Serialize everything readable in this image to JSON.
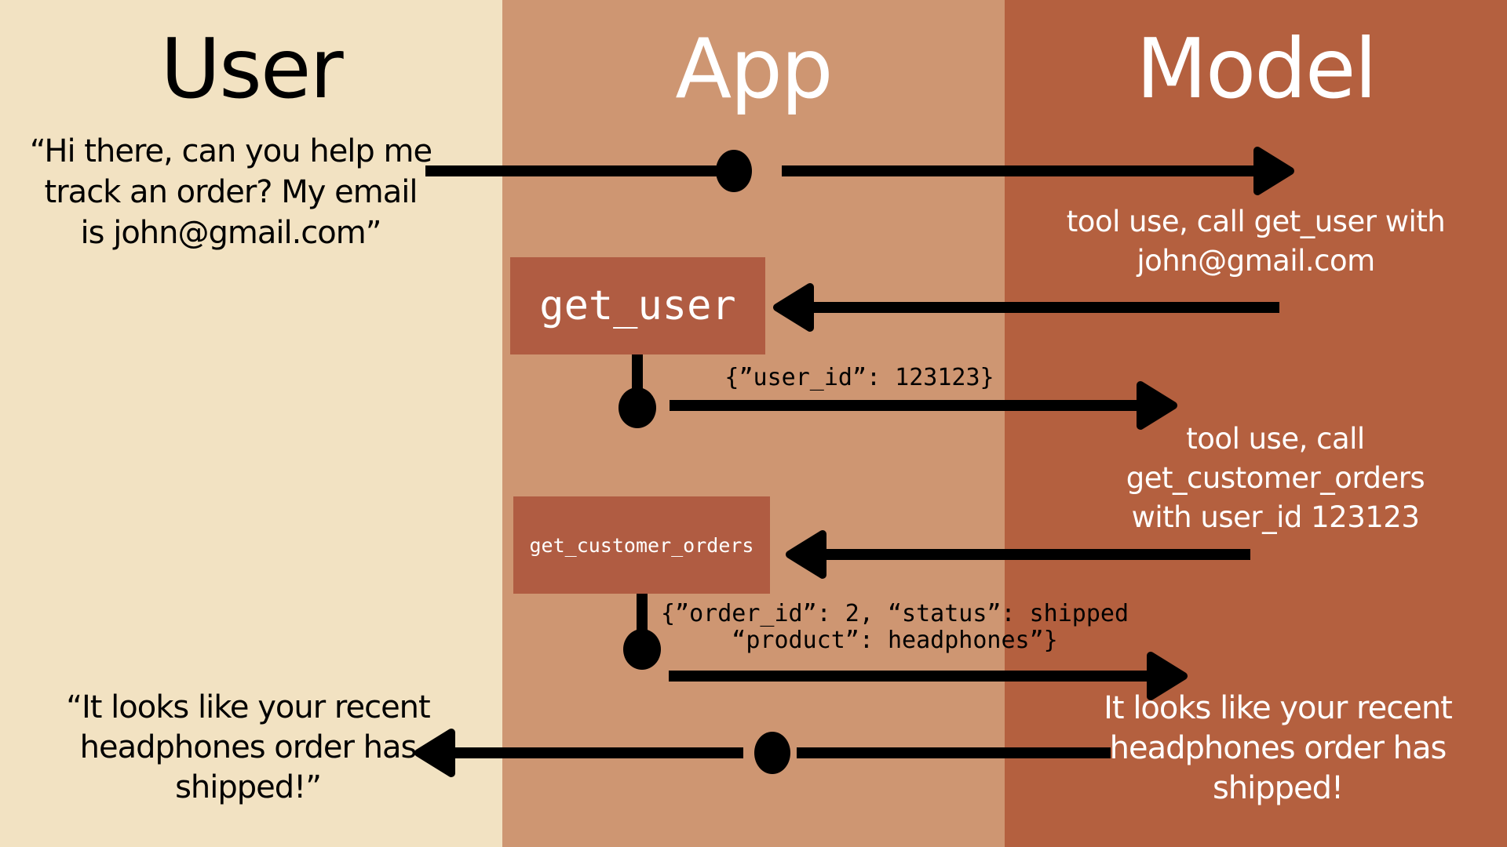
{
  "title": "User / App / Model tool-use sequence diagram",
  "colors": {
    "user_column_bg": "#F2E2C2",
    "app_column_bg": "#CE9672",
    "model_column_bg": "#B4603F",
    "tool_box_bg": "#B05C42",
    "arrow_ink": "#000000",
    "user_text": "#000000",
    "model_text": "#FFFFFF"
  },
  "columns": {
    "user": "User",
    "app": "App",
    "model": "Model"
  },
  "user_request": {
    "lines": [
      "“Hi there, can you help me",
      "track an order? My email",
      "is john@gmail.com”"
    ]
  },
  "model_note_1": {
    "lines": [
      "tool use, call get_user with",
      "john@gmail.com"
    ]
  },
  "tool_1": {
    "label": "get_user",
    "result": "{”user_id”: 123123}"
  },
  "model_note_2": {
    "lines": [
      "tool use, call",
      "get_customer_orders",
      "with user_id 123123"
    ]
  },
  "tool_2": {
    "label": "get_customer_orders",
    "result_lines": [
      "{”order_id”: 2, “status”: shipped",
      "“product”: headphones”}"
    ]
  },
  "model_response": {
    "lines": [
      "It looks like your recent",
      "headphones order has",
      "shipped!"
    ]
  },
  "user_response": {
    "lines": [
      "“It looks like your recent",
      "headphones order has",
      "shipped!”"
    ]
  }
}
